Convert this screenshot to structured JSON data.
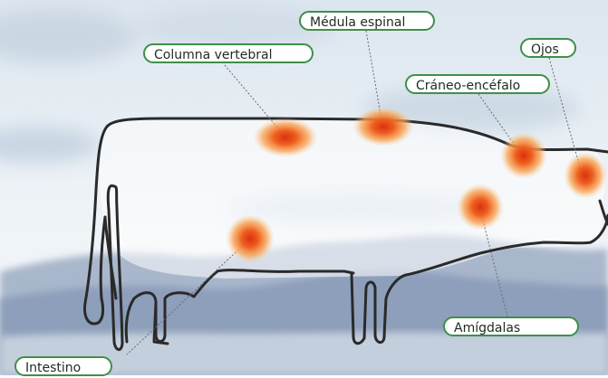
{
  "labels": {
    "columna": "Columna vertebral",
    "medula": "Médula espinal",
    "ojos": "Ojos",
    "craneo": "Cráneo-encéfalo",
    "amigdalas": "Amígdalas",
    "intestino": "Intestino"
  },
  "colors": {
    "label_border": "#3f8f4a",
    "outline": "#2a2a2a",
    "hotspot_core": "#e34a17",
    "hotspot_glow": "#f6a04b",
    "sky_top": "#d9e4ee",
    "mountains": "#8e9fbb"
  }
}
